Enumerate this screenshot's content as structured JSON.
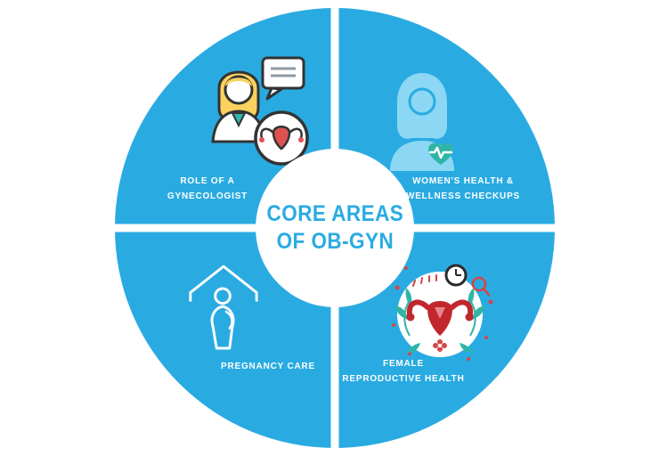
{
  "title": {
    "line1": "CORE AREAS",
    "line2": "OF OB-GYN"
  },
  "quadrants": {
    "top_left": {
      "label_line1": "ROLE OF A",
      "label_line2": "GYNECOLOGIST",
      "icon": "gynecologist-doctor-icon"
    },
    "top_right": {
      "label_line1": "WOMEN'S HEALTH &",
      "label_line2": "WELLNESS CHECKUPS",
      "icon": "woman-heart-wellness-icon"
    },
    "bottom_left": {
      "label": "PREGNANCY CARE",
      "icon": "pregnant-woman-home-icon"
    },
    "bottom_right": {
      "label_line1": "FEMALE",
      "label_line2": "REPRODUCTIVE HEALTH",
      "icon": "uterus-reproductive-health-icon"
    }
  },
  "colors": {
    "wheel_blue": "#29ABE2",
    "title_blue": "#29ABE2",
    "light_blue": "#8BD7F4",
    "teal": "#2FB5A8",
    "red": "#C1272D",
    "accent_red": "#D64545",
    "hair_yellow": "#FBD25F",
    "outline_dark": "#333333",
    "white": "#FFFFFF"
  }
}
